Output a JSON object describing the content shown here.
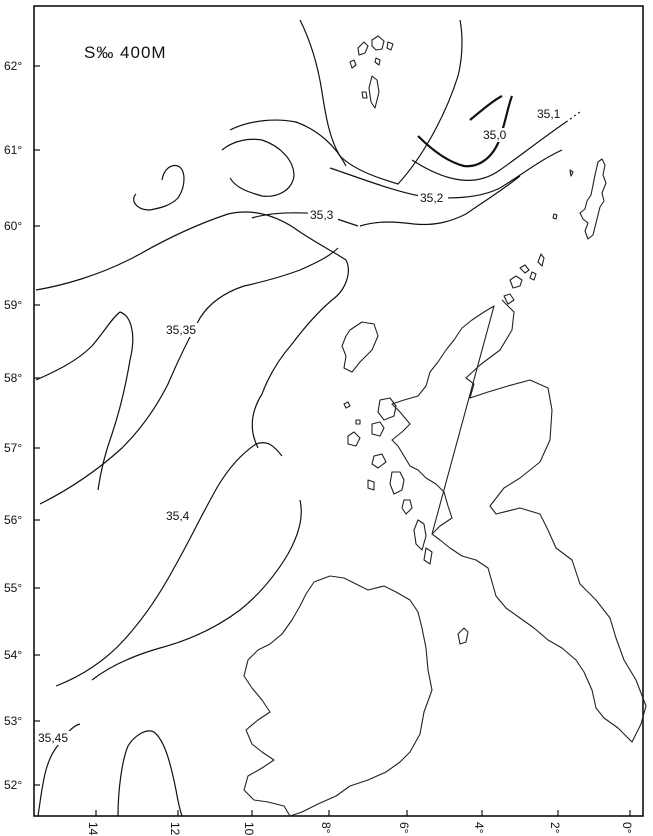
{
  "title": "S‰ 400M",
  "latitude_labels": [
    "62°",
    "61°",
    "60°",
    "59°",
    "58°",
    "57°",
    "56°",
    "55°",
    "54°",
    "53°",
    "52°"
  ],
  "longitude_labels": [
    "14°",
    "12°",
    "10°",
    "8°",
    "6°",
    "4°",
    "2°",
    "0°"
  ],
  "isohalines": [
    {
      "label": "35,0"
    },
    {
      "label": "35,1"
    },
    {
      "label": "35,2"
    },
    {
      "label": "35,3"
    },
    {
      "label": "35,35"
    },
    {
      "label": "35,4"
    },
    {
      "label": "35,45"
    }
  ]
}
